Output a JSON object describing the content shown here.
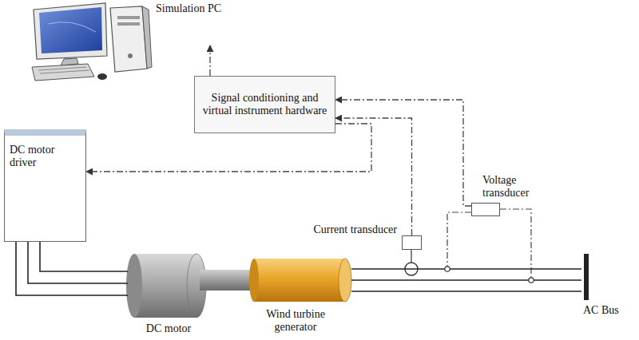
{
  "diagram": {
    "nodes": [
      {
        "text": [
          "Simulation PC"
        ]
      },
      {
        "text": [
          "Signal conditioning and virtual instrument hardware"
        ]
      },
      {
        "text": [
          "DC motor driver"
        ]
      },
      {
        "text": [
          "Current transducer"
        ]
      },
      {
        "text": [
          "Voltage transducer"
        ]
      },
      {
        "text": [
          "DC motor"
        ]
      },
      {
        "text": [
          "Wind turbine generator"
        ]
      },
      {
        "text": [
          "AC Bus"
        ]
      }
    ],
    "edges": [
      {
        "from": 1,
        "to": 0,
        "arrow": "to"
      },
      {
        "from": 1,
        "to": 2,
        "arrow": "to"
      },
      {
        "from": 3,
        "to": 1,
        "arrow": "to"
      },
      {
        "from": 4,
        "to": 1,
        "arrow": "to"
      },
      {
        "from": 2,
        "to": 5,
        "arrow": "none"
      },
      {
        "from": 6,
        "to": 7,
        "arrow": "none"
      }
    ]
  }
}
